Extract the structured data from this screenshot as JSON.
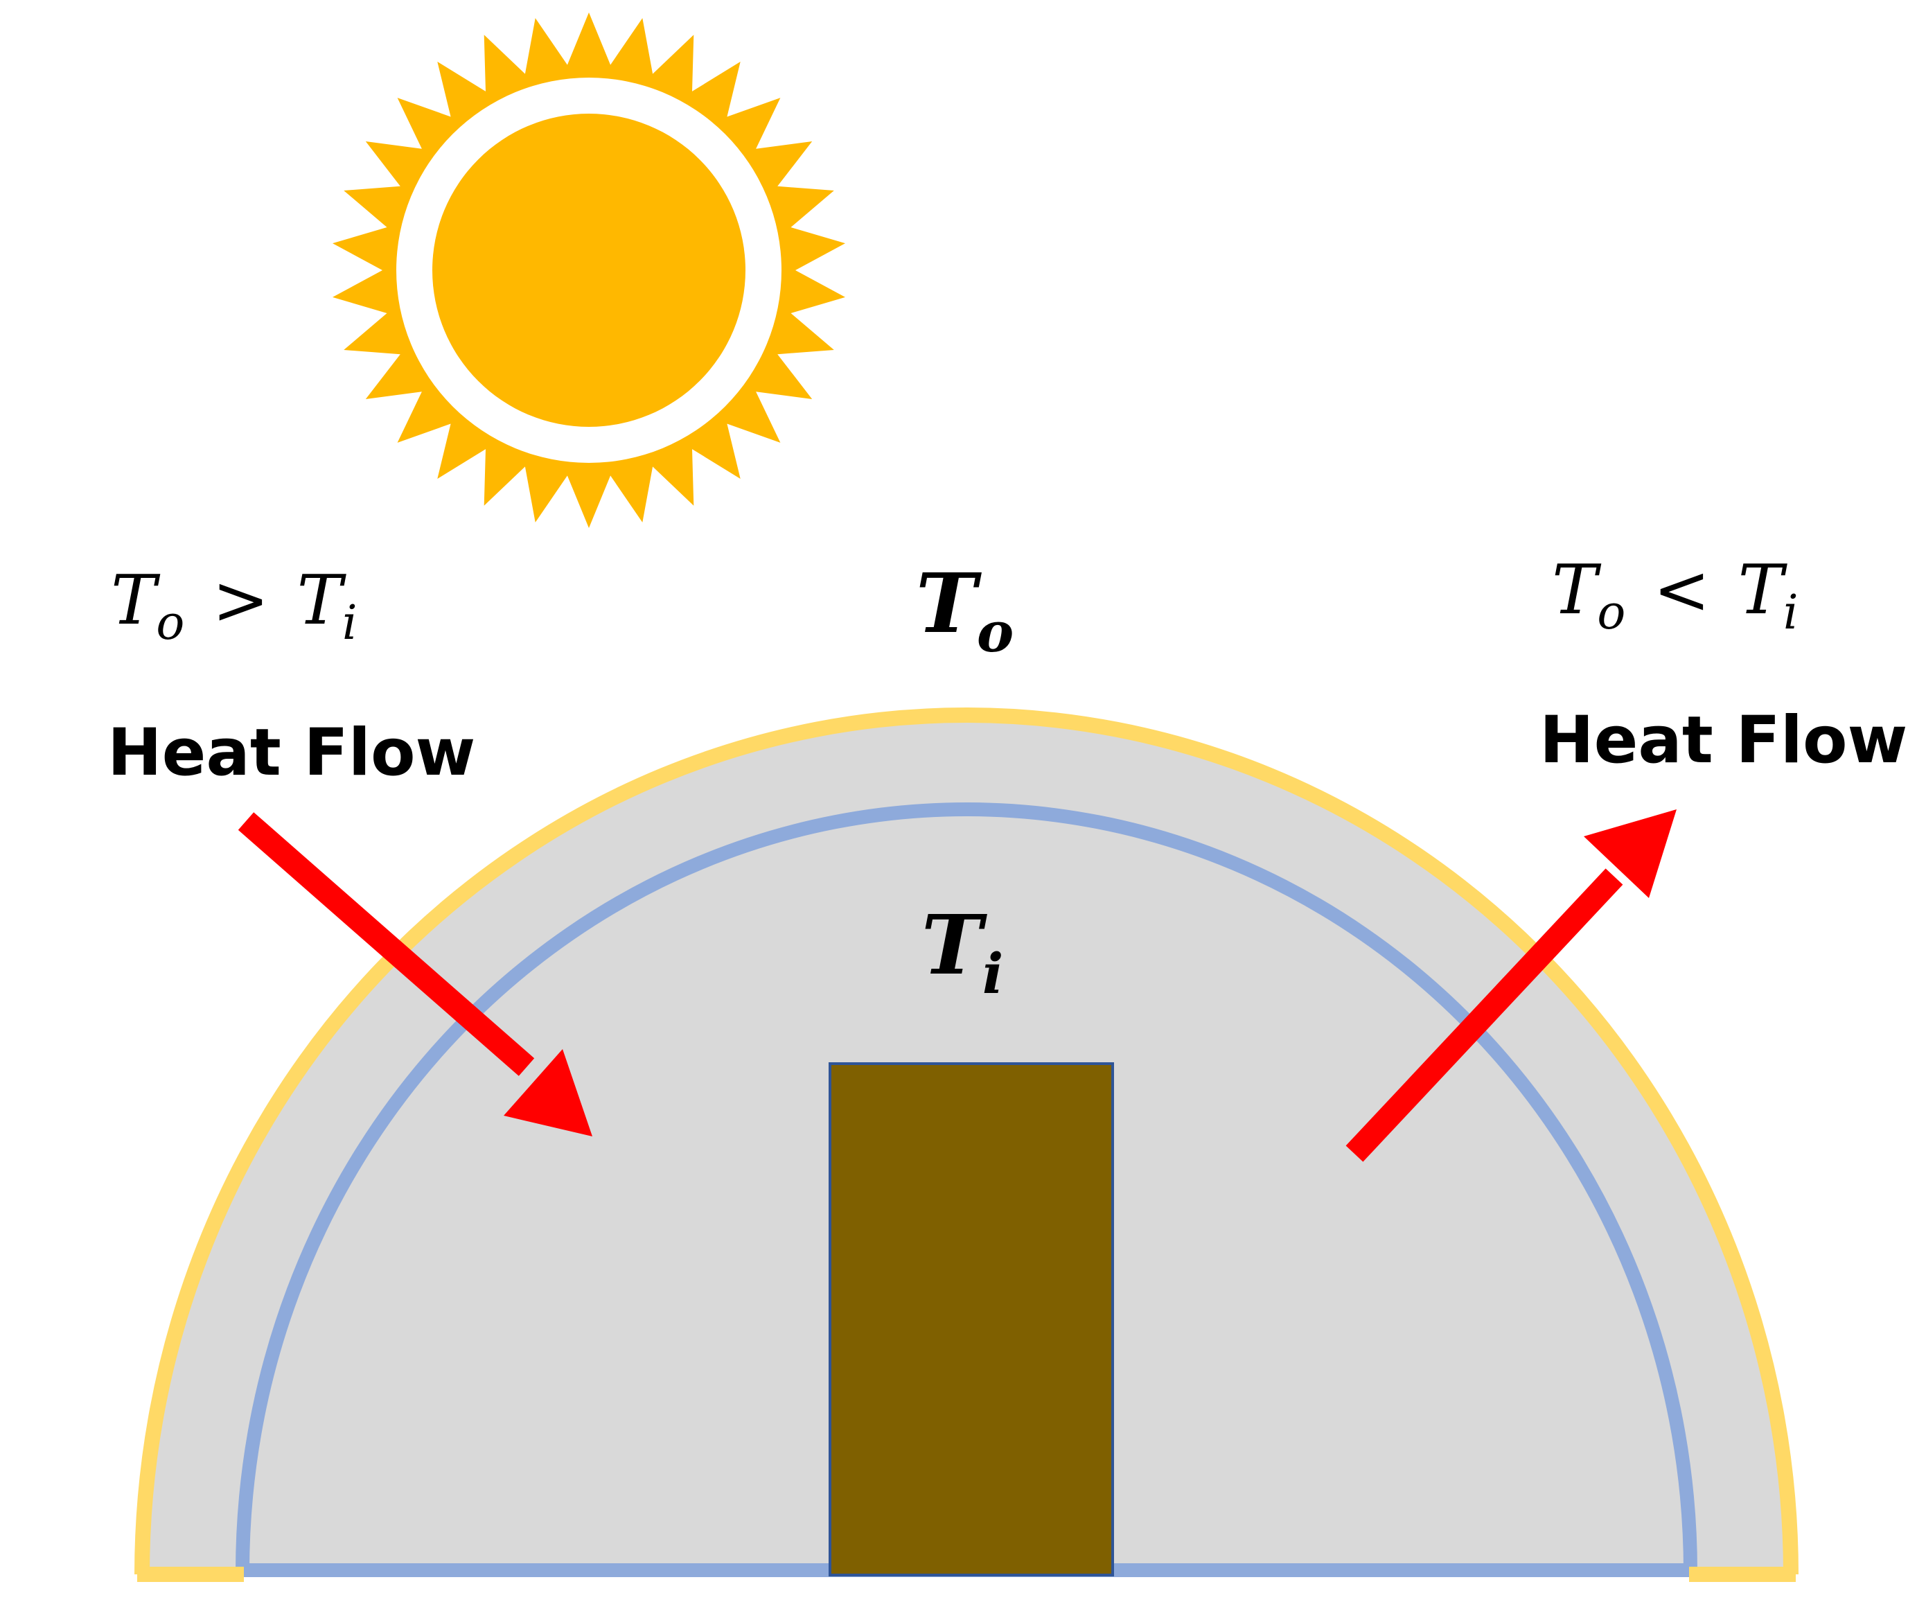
{
  "diagram": {
    "colors": {
      "background": "#ffffff",
      "sun": "#ffb800",
      "outer_shell": "#ffd966",
      "inner_shell": "#8eaadb",
      "interior_fill": "#d9d9d9",
      "door": "#7f6000",
      "door_border": "#2f5597",
      "arrow": "#ff0000"
    },
    "left": {
      "relation": {
        "a": "T",
        "a_sub": "o",
        "op": ">",
        "b": "T",
        "b_sub": "i"
      },
      "heat_label": "Heat Flow"
    },
    "right": {
      "relation": {
        "a": "T",
        "a_sub": "o",
        "op": "<",
        "b": "T",
        "b_sub": "i"
      },
      "heat_label": "Heat Flow"
    },
    "outside_temp": {
      "symbol": "T",
      "sub": "o"
    },
    "inside_temp": {
      "symbol": "T",
      "sub": "i"
    },
    "icons": {
      "sun": "sun-icon",
      "door": "door-block",
      "arrow_in": "arrow-in-icon",
      "arrow_out": "arrow-out-icon"
    }
  }
}
